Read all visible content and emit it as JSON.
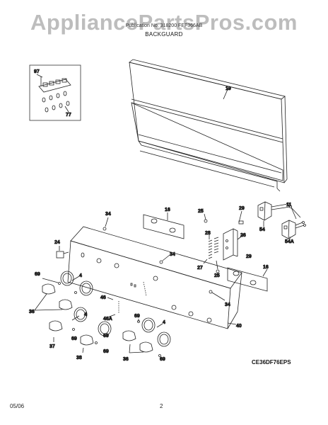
{
  "watermark": "AppliancePartsPros.com",
  "header_text": "Publication No. 318200 FEF366AB",
  "section_title": "BACKGUARD",
  "figure_code": "CE36DF76EPS",
  "footer": {
    "date": "05/06",
    "page": "2"
  },
  "callouts": {
    "c97": "97",
    "c77": "77",
    "c19": "19",
    "c11": "11",
    "c54": "54",
    "c54a": "54A",
    "c34a": "34",
    "c16a": "16",
    "c25a": "25",
    "c29a": "29",
    "c28": "28",
    "c26": "26",
    "c24": "24",
    "c34b": "34",
    "c27": "27",
    "c29b": "29",
    "c25b": "25",
    "c16b": "16",
    "c69a": "69",
    "c4a": "4",
    "c36a": "36",
    "c46": "46",
    "c46a": "46A",
    "c34c": "34",
    "c40": "40",
    "c69b": "69",
    "c4b": "4",
    "c69c": "69",
    "c4c": "4",
    "c37": "37",
    "c69d": "69",
    "c69e": "69",
    "c38": "38",
    "c36b": "36",
    "c69f": "69"
  }
}
